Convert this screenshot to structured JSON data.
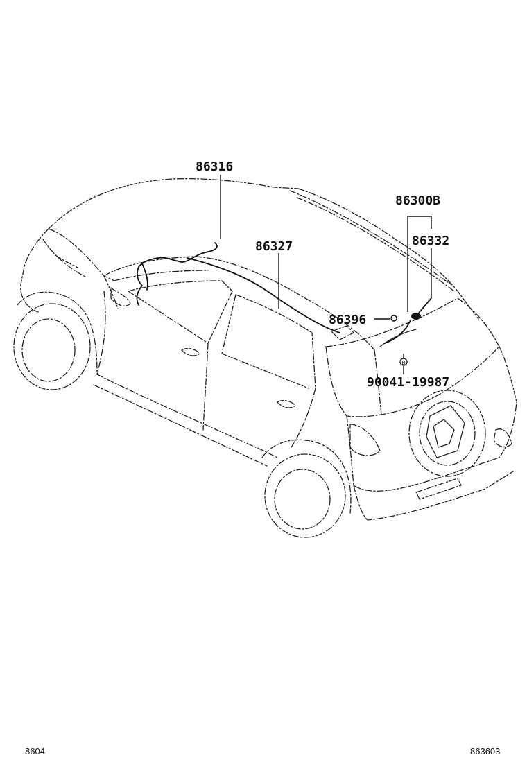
{
  "callouts": {
    "part_86316": "86316",
    "part_86327": "86327",
    "part_86300b": "86300B",
    "part_86332": "86332",
    "part_86396": "86396",
    "part_90041": "90041-19987",
    "bolt_marker": "B"
  },
  "footer": {
    "section_code": "8604",
    "figure_code": "863603"
  }
}
